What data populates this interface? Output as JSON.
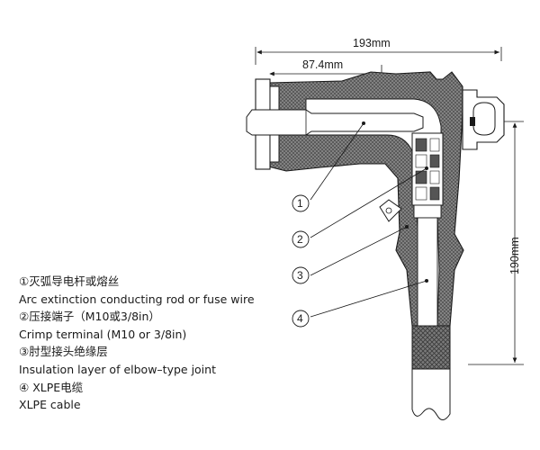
{
  "dimensions": {
    "overall_width": "193mm",
    "rod_length": "87.4mm",
    "overall_height": "190mm"
  },
  "callouts": [
    "1",
    "2",
    "3",
    "4"
  ],
  "legend": [
    {
      "num": "①",
      "zh": "灭弧导电杆或熔丝",
      "en": "Arc extinction conducting rod or fuse wire"
    },
    {
      "num": "②",
      "zh": "压接端子（M10或3/8in）",
      "en": "Crimp terminal (M10 or 3/8in)"
    },
    {
      "num": "③",
      "zh": "肘型接头绝缘层",
      "en": "Insulation layer of elbow–type joint"
    },
    {
      "num": "④",
      "zh": " XLPE电缆",
      "en": "XLPE cable"
    }
  ],
  "colors": {
    "line": "#1a1a1a",
    "insulation": "#6b6b6b",
    "shading": "#bdbdbd"
  }
}
